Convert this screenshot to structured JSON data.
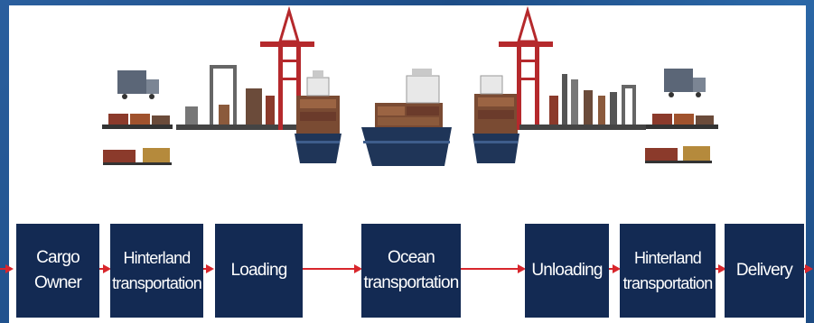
{
  "steps": [
    {
      "label": "Cargo\nOwner"
    },
    {
      "label": "Hinterland\ntransportation"
    },
    {
      "label": "Loading"
    },
    {
      "label": "Ocean\ntransportation"
    },
    {
      "label": "Unloading"
    },
    {
      "label": "Hinterland\ntransportation"
    },
    {
      "label": "Delivery"
    }
  ],
  "colors": {
    "box_fill": "#132a53",
    "arrow": "#d8262c",
    "background": "#2a5f9e",
    "panel": "#ffffff"
  }
}
